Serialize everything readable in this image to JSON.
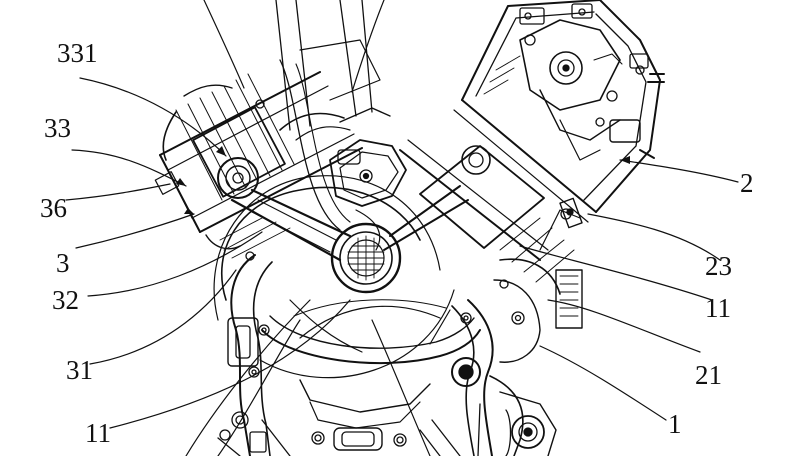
{
  "figure": {
    "labels": {
      "l331": "331",
      "l33": "33",
      "l36": "36",
      "l3": "3",
      "l32": "32",
      "l31": "31",
      "l11a": "11",
      "l2": "2",
      "l23": "23",
      "l11b": "11",
      "l21": "21",
      "l1": "1"
    }
  }
}
